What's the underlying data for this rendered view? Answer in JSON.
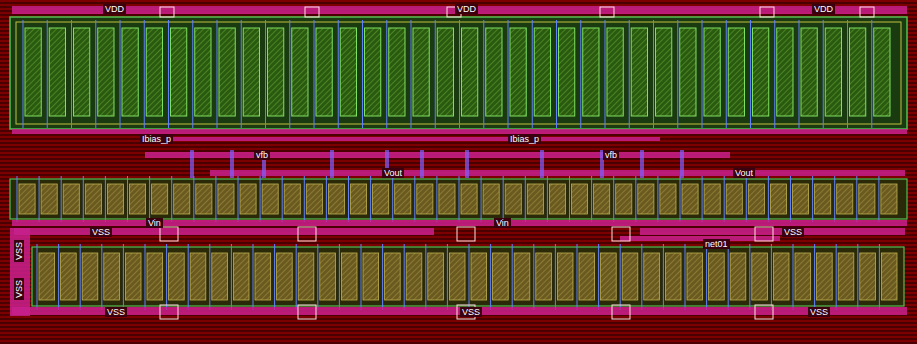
{
  "diagram": {
    "labels": [
      "VDD",
      "VDD",
      "VDD",
      "Ibias_p",
      "Ibias_p",
      "vfb",
      "vfb",
      "Vout",
      "Vout",
      "Vin",
      "Vin",
      "VSS",
      "VSS",
      "net01",
      "VSS",
      "VSS",
      "VSS",
      "VSS",
      "VSS"
    ]
  }
}
